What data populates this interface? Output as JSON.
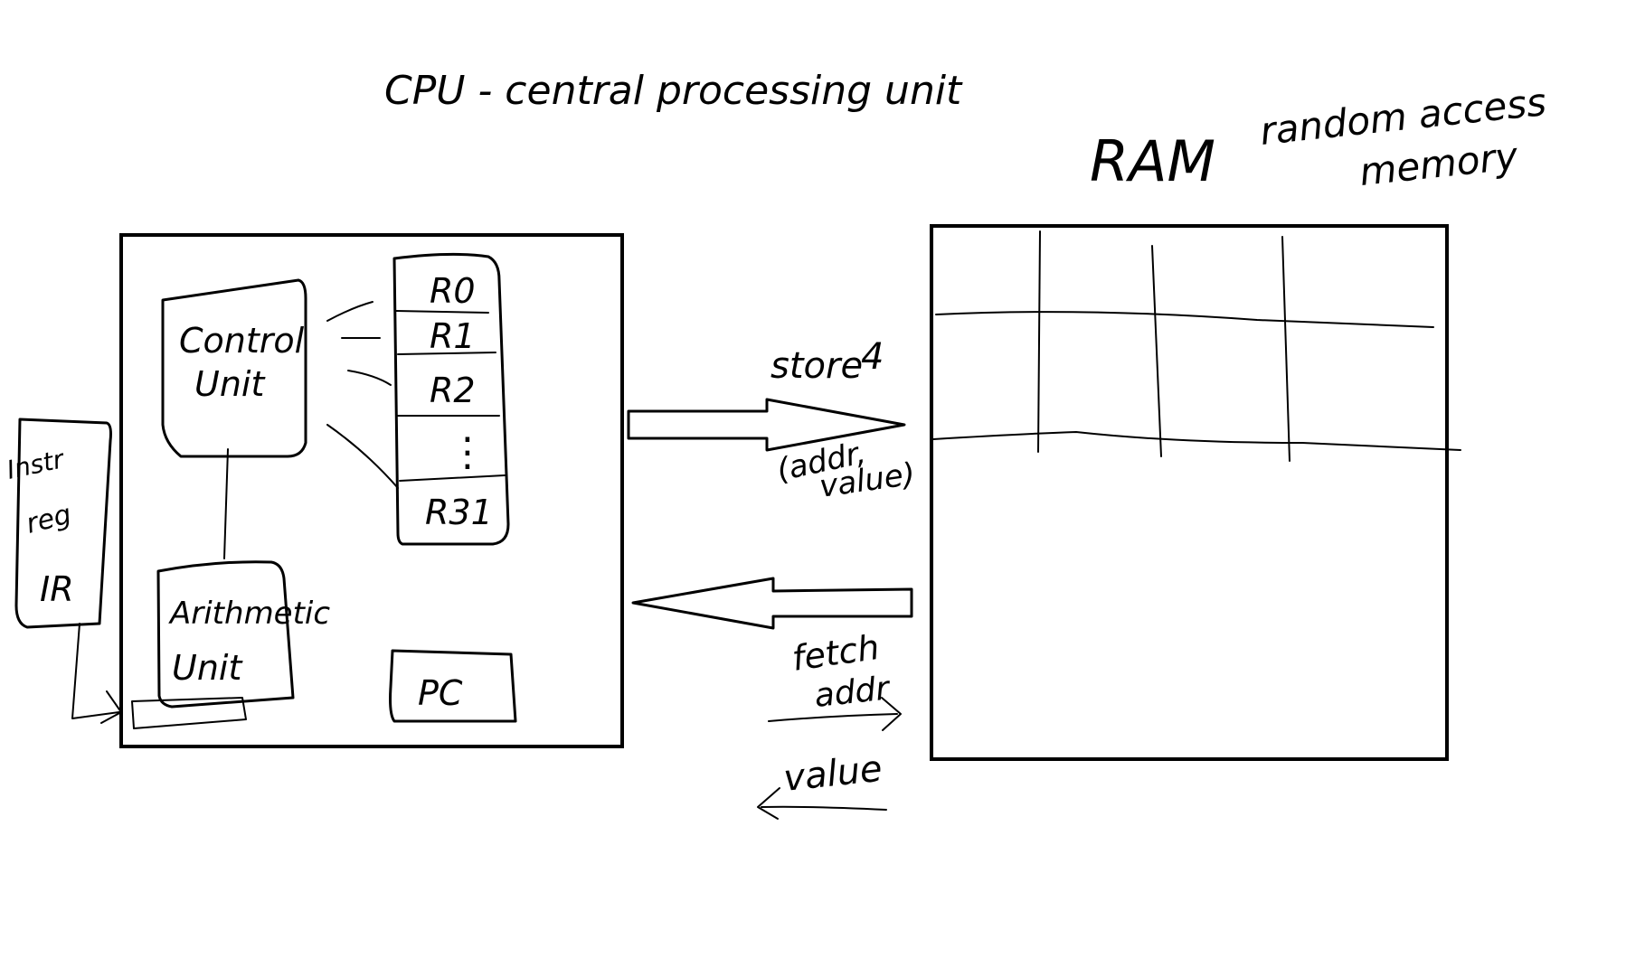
{
  "title": "CPU - central processing unit",
  "ram": {
    "label": "RAM",
    "description_line1": "random access",
    "description_line2": "memory"
  },
  "cpu": {
    "control_unit_line1": "Control",
    "control_unit_line2": "Unit",
    "arithmetic_unit_line1": "Arithmetic",
    "arithmetic_unit_line2": "Unit",
    "pc": "PC",
    "registers": [
      "R0",
      "R1",
      "R2",
      "⋮",
      "R31"
    ]
  },
  "instruction_register": {
    "line1": "Instr",
    "line2": "reg",
    "line3": "IR"
  },
  "arrows": {
    "store_label": "store",
    "store_number": "4",
    "store_args_line1": "(addr,",
    "store_args_line2": "value)",
    "fetch_line1": "fetch",
    "fetch_line2": "addr",
    "value_label": "value"
  },
  "colors": {
    "ink": "#000000",
    "background": "#ffffff"
  }
}
